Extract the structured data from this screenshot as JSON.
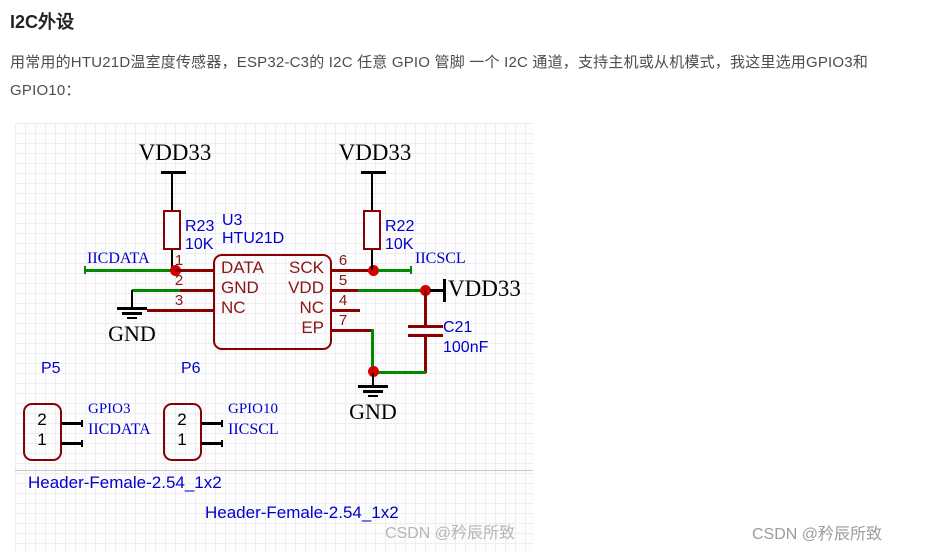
{
  "page": {
    "title": "I2C外设",
    "para_line1": "用常用的HTU21D温室度传感器，ESP32-C3的 I2C 任意 GPIO 管脚 一个 I2C 通道，支持主机或从机模式，我这里选用GPIO3和",
    "para_line2": "GPIO10：",
    "watermark": "CSDN @矜辰所致"
  },
  "sch": {
    "watermark": "CSDN @矜辰所致",
    "vdd33_left": "VDD33",
    "vdd33_right": "VDD33",
    "vdd33_node": "VDD33",
    "gnd_left": "GND",
    "gnd_right": "GND",
    "r23": {
      "ref": "R23",
      "value": "10K"
    },
    "r22": {
      "ref": "R22",
      "value": "10K"
    },
    "c21": {
      "ref": "C21",
      "value": "100nF"
    },
    "chip": {
      "ref": "U3",
      "part": "HTU21D",
      "left": [
        {
          "n": "1",
          "name": "DATA"
        },
        {
          "n": "2",
          "name": "GND"
        },
        {
          "n": "3",
          "name": "NC"
        }
      ],
      "right": [
        {
          "n": "6",
          "name": "SCK"
        },
        {
          "n": "5",
          "name": "VDD"
        },
        {
          "n": "4",
          "name": "NC"
        },
        {
          "n": "7",
          "name": "EP"
        }
      ]
    },
    "nets": {
      "iicdata": "IICDATA",
      "iicscl": "IICSCL"
    },
    "p5": {
      "ref": "P5",
      "pin_top": "2",
      "pin_bottom": "1",
      "label_top": "GPIO3",
      "label_bottom": "IICDATA",
      "footprint": "Header-Female-2.54_1x2"
    },
    "p6": {
      "ref": "P6",
      "pin_top": "2",
      "pin_bottom": "1",
      "label_top": "GPIO10",
      "label_bottom": "IICSCL",
      "footprint": "Header-Female-2.54_1x2"
    },
    "colors": {
      "component": "#880000",
      "wire": "#008a00",
      "junction": "#d40000",
      "label_blue": "#0000cc",
      "watermark_gray": "#b5b5b5"
    }
  }
}
